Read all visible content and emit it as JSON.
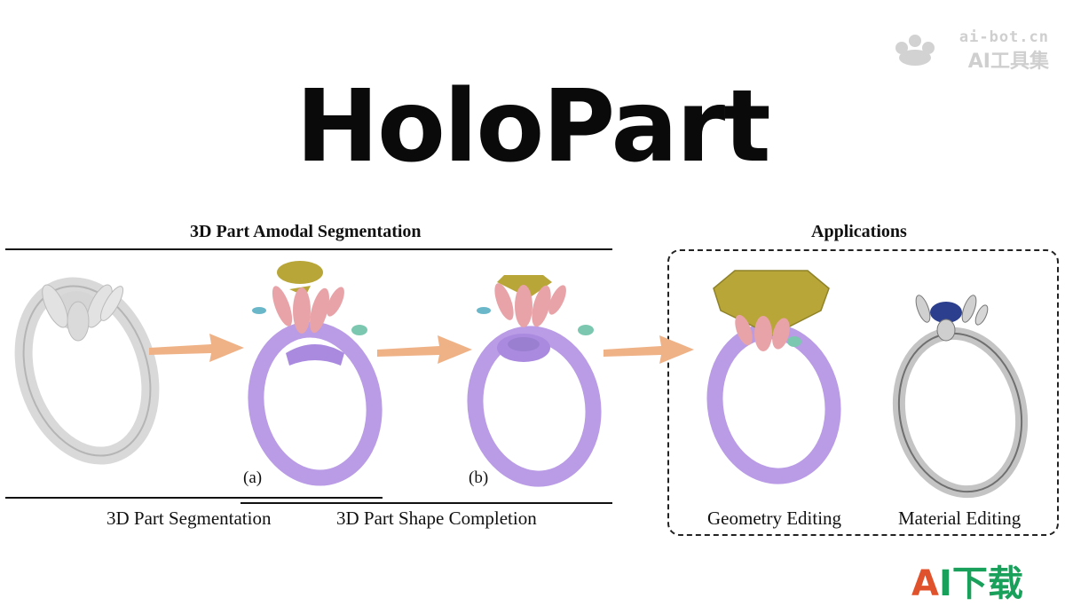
{
  "watermark": {
    "top": "ai-bot.cn",
    "bottom": "AI工具集"
  },
  "title": "HoloPart",
  "figure": {
    "left_header": "3D Part Amodal Segmentation",
    "right_header": "Applications",
    "tag_a": "(a)",
    "tag_b": "(b)",
    "label_segmentation": "3D Part Segmentation",
    "label_completion": "3D Part Shape Completion",
    "label_geometry": "Geometry Editing",
    "label_material": "Material Editing"
  },
  "brand": {
    "a": "A",
    "rest": "I下载"
  },
  "colors": {
    "ring_purple": "#b99be6",
    "leaf_pink": "#e8a3a8",
    "gem_olive": "#b8a638",
    "arrow_orange": "#efb287",
    "small_teal": "#7cc7b0",
    "small_cyan": "#6ab7c9"
  }
}
